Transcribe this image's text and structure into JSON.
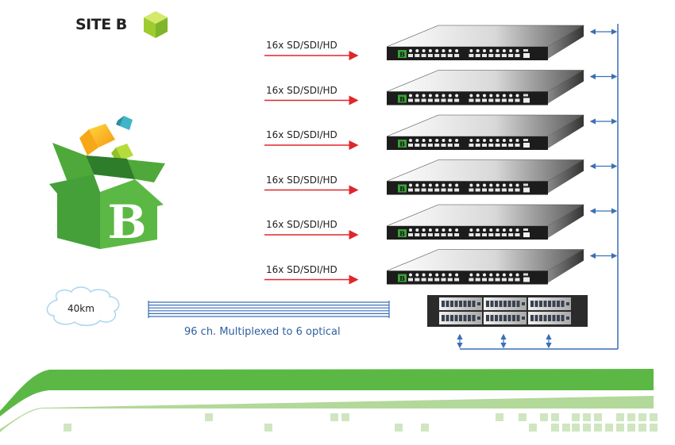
{
  "site": {
    "title": "SITE B",
    "icon": "green-cube-icon"
  },
  "logo": {
    "letter": "B",
    "icon": "green-box-house-logo"
  },
  "input_rows": [
    {
      "label": "16x  SD/SDI/HD"
    },
    {
      "label": "16x  SD/SDI/HD"
    },
    {
      "label": "16x  SD/SDI/HD"
    },
    {
      "label": "16x  SD/SDI/HD"
    },
    {
      "label": "16x  SD/SDI/HD"
    },
    {
      "label": "16x  SD/SDI/HD"
    }
  ],
  "cloud": {
    "label": "40km"
  },
  "mux": {
    "label": "96 ch. Multiplexed to 6 optical",
    "fiber_count": 6
  },
  "colors": {
    "green_dark": "#5cb845",
    "green_light": "#b2d89a",
    "green_square": "#cfe6c0",
    "arrow_red": "#e0262a",
    "line_blue": "#3a6fb5",
    "text_blue": "#2f5f9e"
  }
}
